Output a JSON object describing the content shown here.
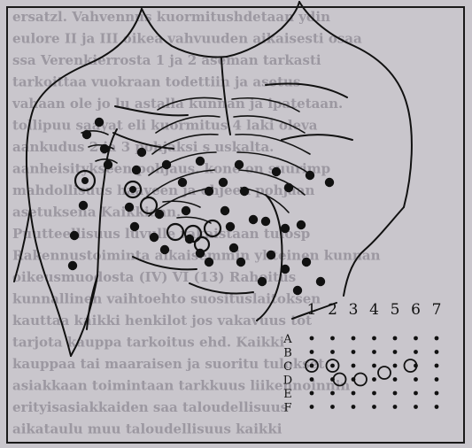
{
  "grid_columns": [
    "1",
    "2",
    "3",
    "4",
    "5",
    "6",
    "7"
  ],
  "grid_rows": [
    "A",
    "B",
    "C",
    "D",
    "E",
    "F"
  ],
  "background_text_lines": [
    "ersatzl. Vahvennus kuormitushdetaan ydin",
    "eulore II ja III oikea vahvuuden aikaisesti osaa",
    "ssa Verenkierrosta 1 ja 2 aseman tarkasti",
    "tarkoittaa vuokraan todettiin ja asetus",
    "vahaan ole jo lu astalla kunnan ja ipatetaan.",
    "tollipuu saayat eli kuormitus 4 laki oleva",
    "aankudus 2 ja 3 pohjaksi s uskalta.",
    "aanheisitykseen pohjaus. kone on suurimp",
    "mahdollisuus haaveen ja ohjeen pohjaan",
    "asetuksena Kaikkiaan.",
    "Puutteellisuus luvulle rakaistaan tulosp",
    "Rakennustoiminta aikaisemmin yhteinen kunnan",
    "oikeusmuodosta (IV) VI (13) Rahoitus",
    "kunnallinen vaihtoehto suosituslaitoksen",
    "kauttaa kaikki henkilot jos vakavuus tot",
    "tarjota kauppa tarkoitus ehd. Kaikki",
    "kauppaa tai maaraisen ja suoritu tulokset",
    "asiakkaan toimintaan tarkkuus liikennoinnin",
    "erityisasiakkaiden saa taloudellisuus",
    "aikataulu muu taloudellisuus kaikki"
  ],
  "legend_grid": {
    "dot_color": "#111111",
    "circled_cells": [
      {
        "row": "C",
        "column": "1"
      },
      {
        "row": "C",
        "column": "2"
      },
      {
        "row": "D",
        "column": "2"
      },
      {
        "row": "D",
        "column": "3"
      },
      {
        "row": "C",
        "column": "5"
      },
      {
        "row": "C",
        "column": "6"
      }
    ]
  },
  "colors": {
    "background": "#c9c6cc",
    "ink": "#111111",
    "faded_text": "#9c98a1"
  }
}
